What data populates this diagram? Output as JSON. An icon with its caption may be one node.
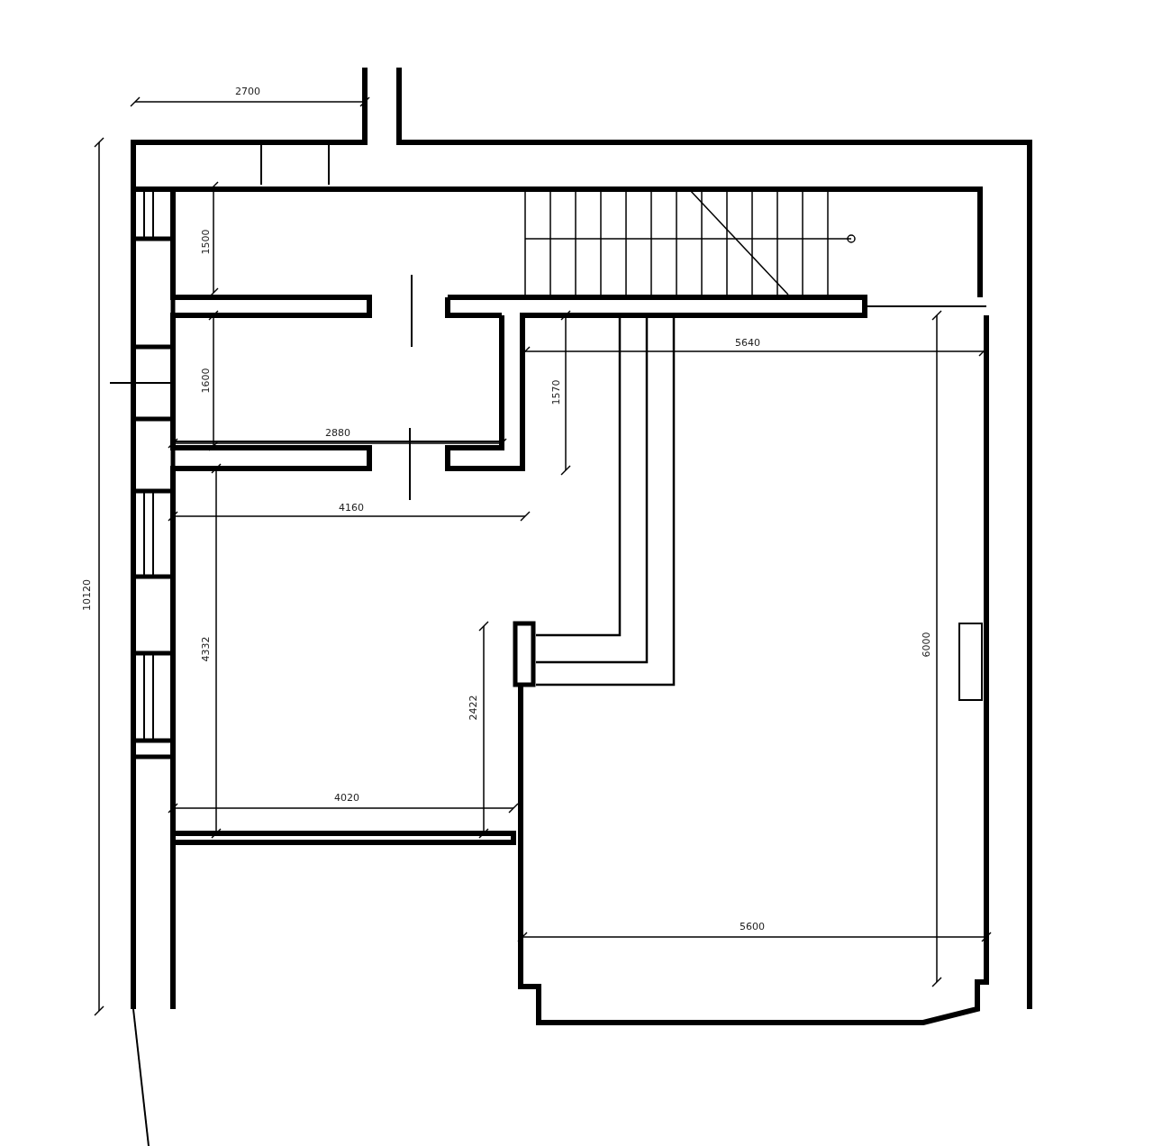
{
  "diagram": {
    "labels": [
      "2700",
      "1500",
      "1600",
      "5640",
      "1570",
      "2880",
      "4160",
      "10120",
      "4332",
      "2422",
      "6000",
      "4020",
      "5600"
    ]
  }
}
